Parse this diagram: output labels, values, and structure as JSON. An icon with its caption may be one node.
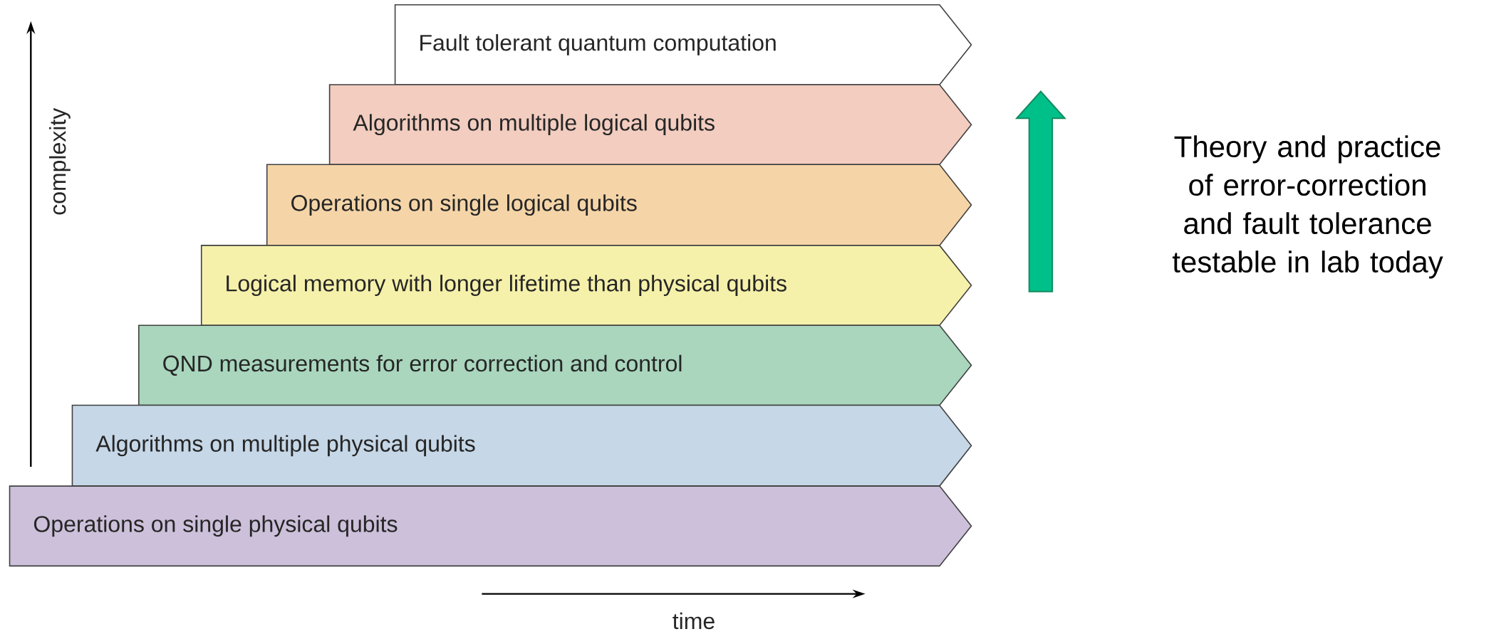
{
  "diagram": {
    "nodes": [
      {
        "text": [
          "Fault tolerant quantum computation"
        ]
      },
      {
        "text": [
          "Algorithms on multiple logical qubits"
        ]
      },
      {
        "text": [
          "Operations on single logical qubits"
        ]
      },
      {
        "text": [
          "Logical memory with longer lifetime than physical qubits"
        ]
      },
      {
        "text": [
          "QND measurements for error correction and control"
        ]
      },
      {
        "text": [
          "Algorithms on multiple physical qubits"
        ]
      },
      {
        "text": [
          "Operations on single physical qubits"
        ]
      }
    ],
    "labels": [
      "complexity",
      "Theory and practice of error-correction and fault tolerance testable in lab today",
      "time"
    ]
  }
}
